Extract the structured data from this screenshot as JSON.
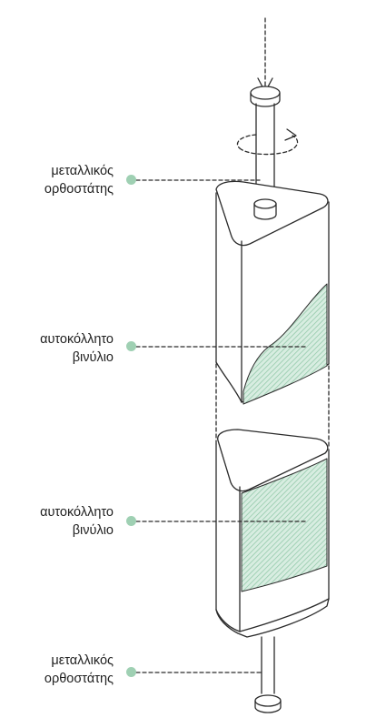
{
  "colors": {
    "line": "#2b2b2b",
    "accent": "#9fd0b3",
    "hatch": "#8cc5a4",
    "background": "#ffffff"
  },
  "icons": {
    "rotation": "rotation-arrow-icon",
    "pressure": "downward-arrow-icon"
  },
  "labels": [
    {
      "line1": "μεταλλικός",
      "line2": "ορθοστάτης"
    },
    {
      "line1": "αυτοκόλλητο",
      "line2": "βινύλιο"
    },
    {
      "line1": "αυτοκόλλητο",
      "line2": "βινύλιο"
    },
    {
      "line1": "μεταλλικός",
      "line2": "ορθοστάτης"
    }
  ]
}
